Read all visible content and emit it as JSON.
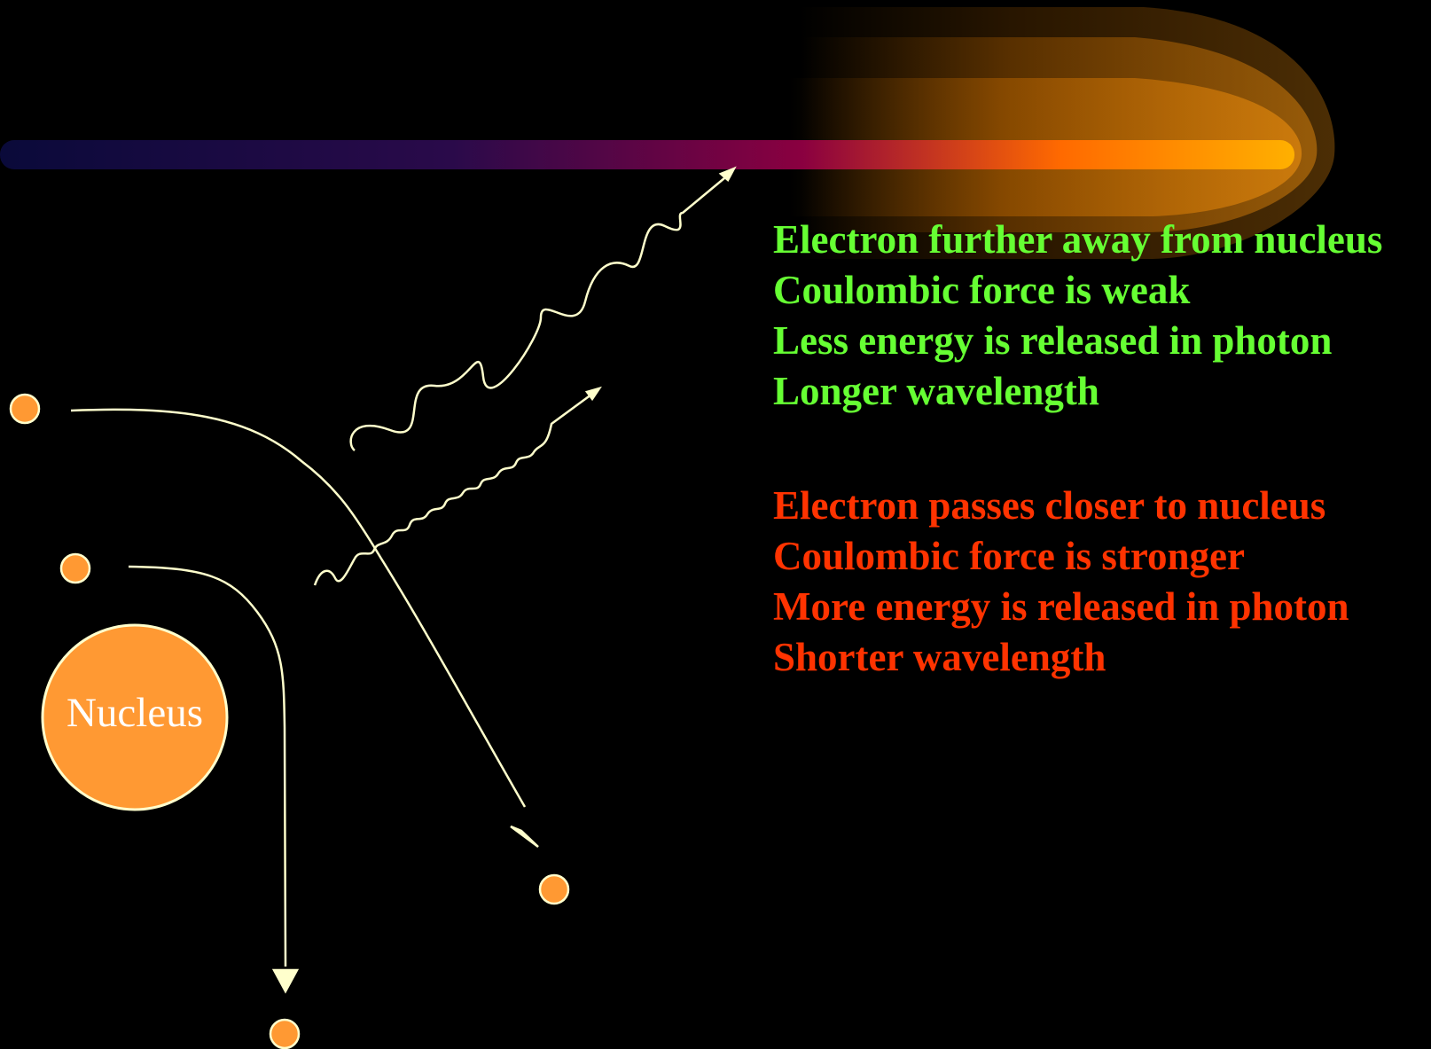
{
  "diagram": {
    "nucleus_label": "Nucleus",
    "weak_interaction": {
      "lines": [
        "Electron further away from nucleus",
        "Coulombic force is weak",
        "Less energy is released in photon",
        "Longer wavelength"
      ],
      "color": "#66ff33"
    },
    "strong_interaction": {
      "lines": [
        "Electron passes closer to nucleus",
        "Coulombic force is stronger",
        "More energy is released in photon",
        "Shorter wavelength"
      ],
      "color": "#ff3300"
    }
  },
  "colors": {
    "background": "#000000",
    "nucleus": "#ff9933",
    "electron": "#ff9933",
    "path": "#ffffcc"
  }
}
